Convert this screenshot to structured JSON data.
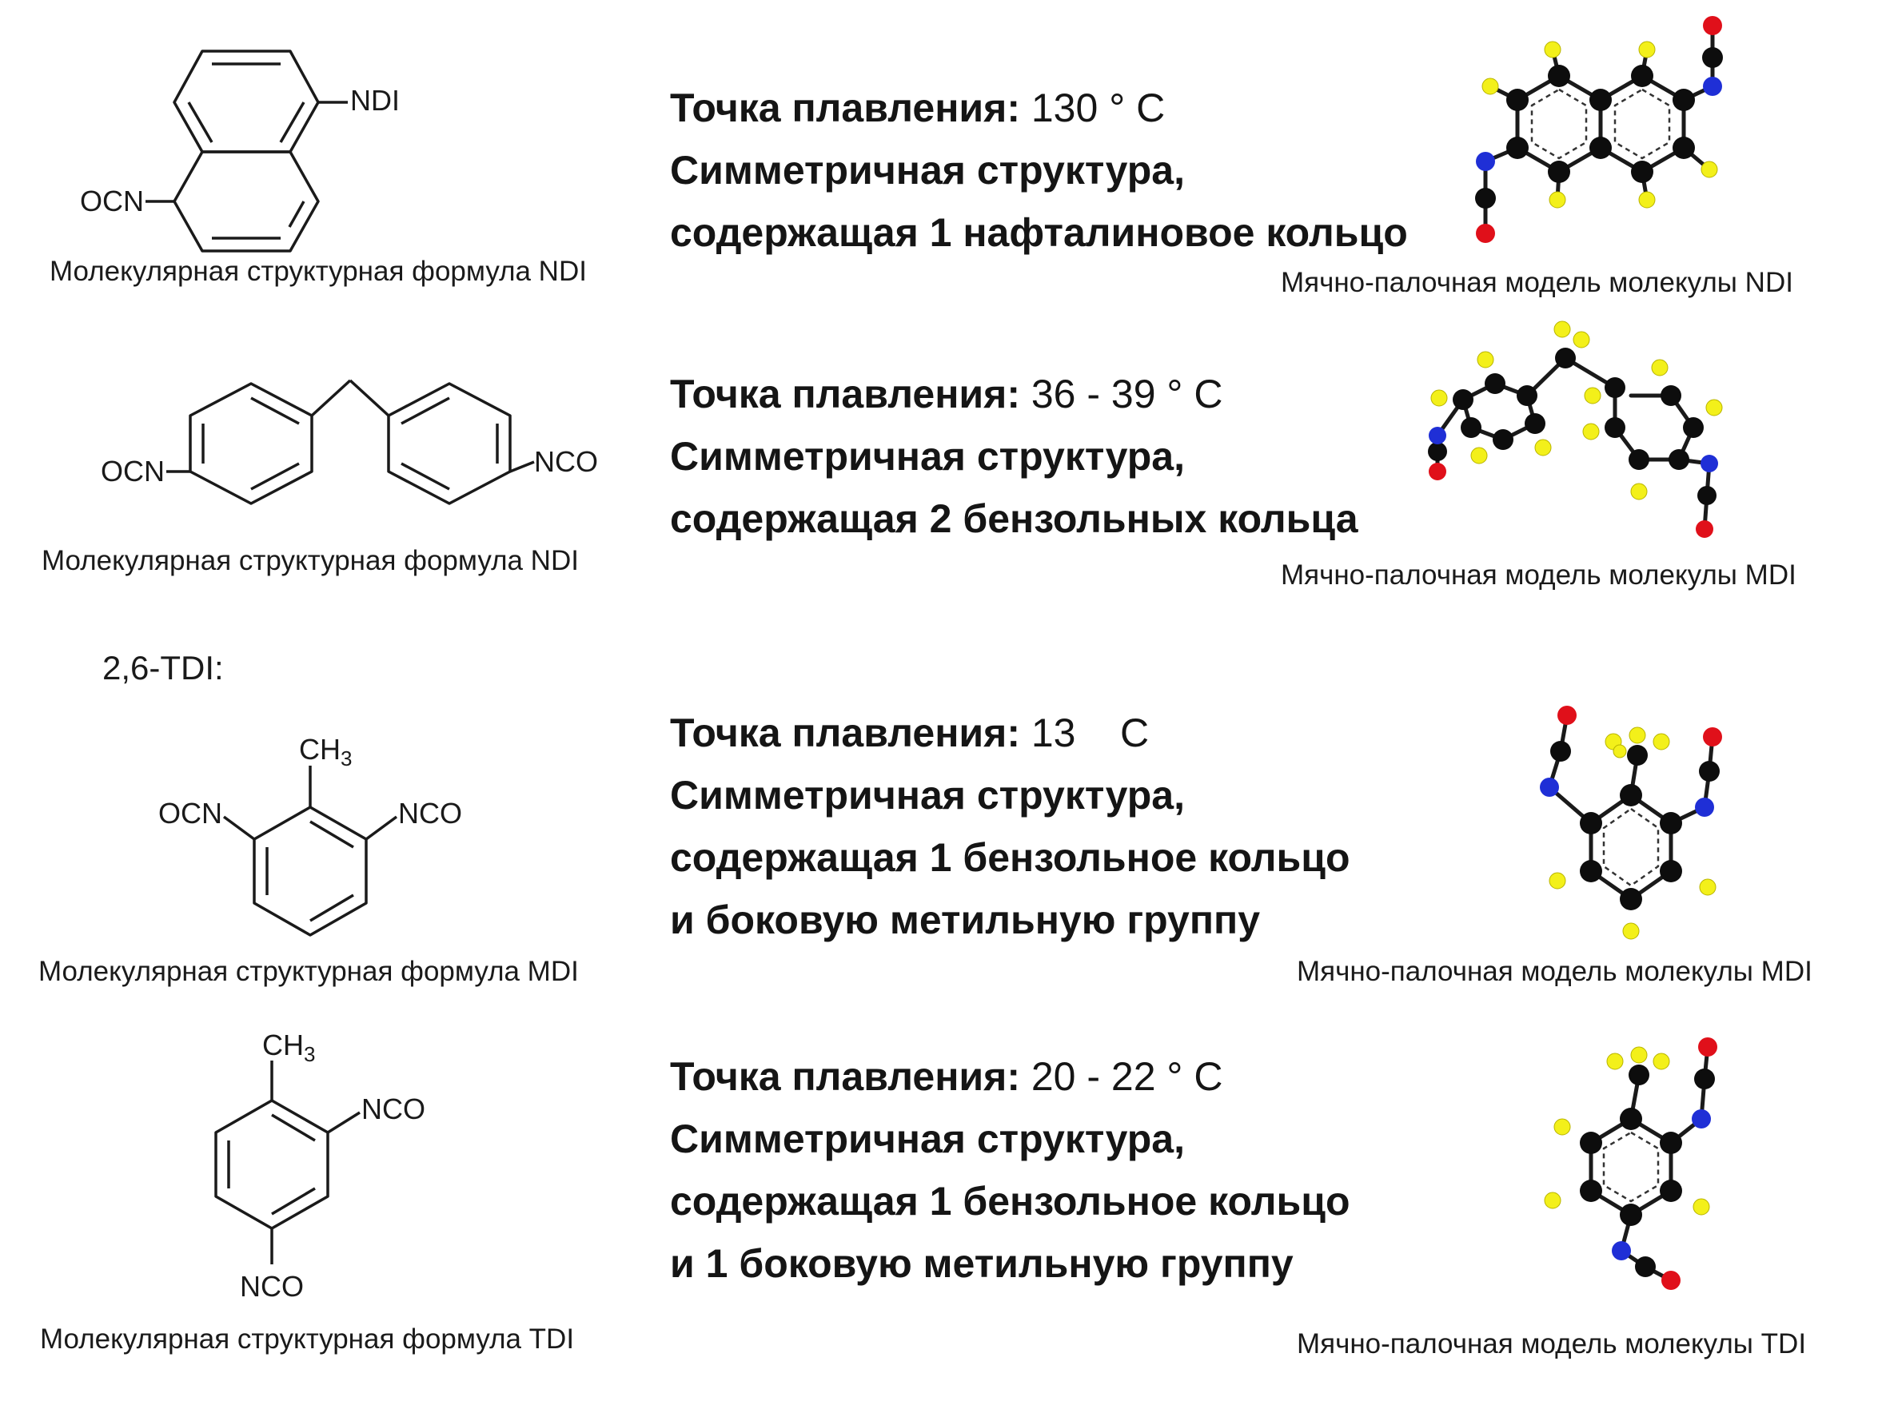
{
  "colors": {
    "carbon": "#0d0d0d",
    "nitrogen": "#1f2fd6",
    "oxygen": "#e0101a",
    "hydrogen": "#f3f01a",
    "bond": "#1a1a1a",
    "text": "#1a1a1a"
  },
  "rows": [
    {
      "formula_labels": {
        "sub1": "NDI",
        "sub2": "OCN"
      },
      "formula_caption": "Молекулярная структурная формула NDI",
      "melting_label": "Точка плавления:",
      "melting_value": "130 ° C",
      "desc_line1": "Симметричная структура,",
      "desc_line2": "содержащая 1 нафталиновое кольцо",
      "model_caption": "Мячно-палочная модель молекулы NDI"
    },
    {
      "formula_labels": {
        "sub1": "OCN",
        "sub2": "NCO"
      },
      "formula_caption": "Молекулярная структурная формула NDI",
      "melting_label": "Точка плавления:",
      "melting_value": "36 - 39 ° C",
      "desc_line1": "Симметричная структура,",
      "desc_line2": "содержащая 2 бензольных кольца",
      "model_caption": "Мячно-палочная модель молекулы MDI"
    },
    {
      "heading": "2,6-TDI:",
      "formula_labels": {
        "methyl": "CH",
        "methyl_sub": "3",
        "sub1": "OCN",
        "sub2": "NCO"
      },
      "formula_caption": "Молекулярная структурная формула MDI",
      "melting_label": "Точка плавления:",
      "melting_value": "13    C",
      "desc_line1": "Симметричная структура,",
      "desc_line2": "содержащая 1 бензольное кольцо",
      "desc_line3": "и боковую метильную группу",
      "model_caption": "Мячно-палочная модель молекулы MDI"
    },
    {
      "formula_labels": {
        "methyl": "CH",
        "methyl_sub": "3",
        "sub1": "NCO",
        "sub2": "NCO"
      },
      "formula_caption": "Молекулярная структурная формула TDI",
      "melting_label": "Точка плавления:",
      "melting_value": "20 - 22 ° C",
      "desc_line1": "Симметричная структура,",
      "desc_line2": "содержащая 1 бензольное кольцо",
      "desc_line3": "и 1 боковую метильную группу",
      "model_caption": "Мячно-палочная модель молекулы  TDI"
    }
  ]
}
